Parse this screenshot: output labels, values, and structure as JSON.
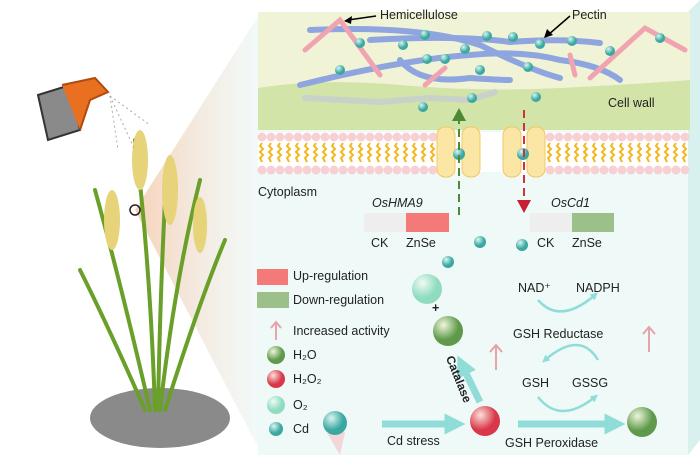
{
  "cell_wall": {
    "hemicellulose": "Hemicellulose",
    "pectin": "Pectin",
    "cell_wall": "Cell wall"
  },
  "cytoplasm": "Cytoplasm",
  "genes": [
    {
      "name": "OsHMA9",
      "ck": "CK",
      "treatment": "ZnSe",
      "regulation": "up",
      "color": "#f47a7a"
    },
    {
      "name": "OsCd1",
      "ck": "CK",
      "treatment": "ZnSe",
      "regulation": "down",
      "color": "#9cc08a"
    }
  ],
  "legend": {
    "up": "Up-regulation",
    "down": "Down-regulation",
    "increased": "Increased activity",
    "h2o": "H₂O",
    "h2o2": "H₂O₂",
    "o2": "O₂",
    "cd": "Cd"
  },
  "pathway": {
    "nad": "NAD⁺",
    "nadph": "NADPH",
    "gsh_reductase": "GSH Reductase",
    "gsh": "GSH",
    "gssg": "GSSG",
    "gsh_peroxidase": "GSH Peroxidase",
    "catalase": "Catalase",
    "cd_stress": "Cd stress",
    "plus": "+"
  },
  "colors": {
    "up": "#f47a7a",
    "down": "#9cc08a",
    "arrow": "#8fdcd8",
    "activity": "#e8a2aa"
  }
}
